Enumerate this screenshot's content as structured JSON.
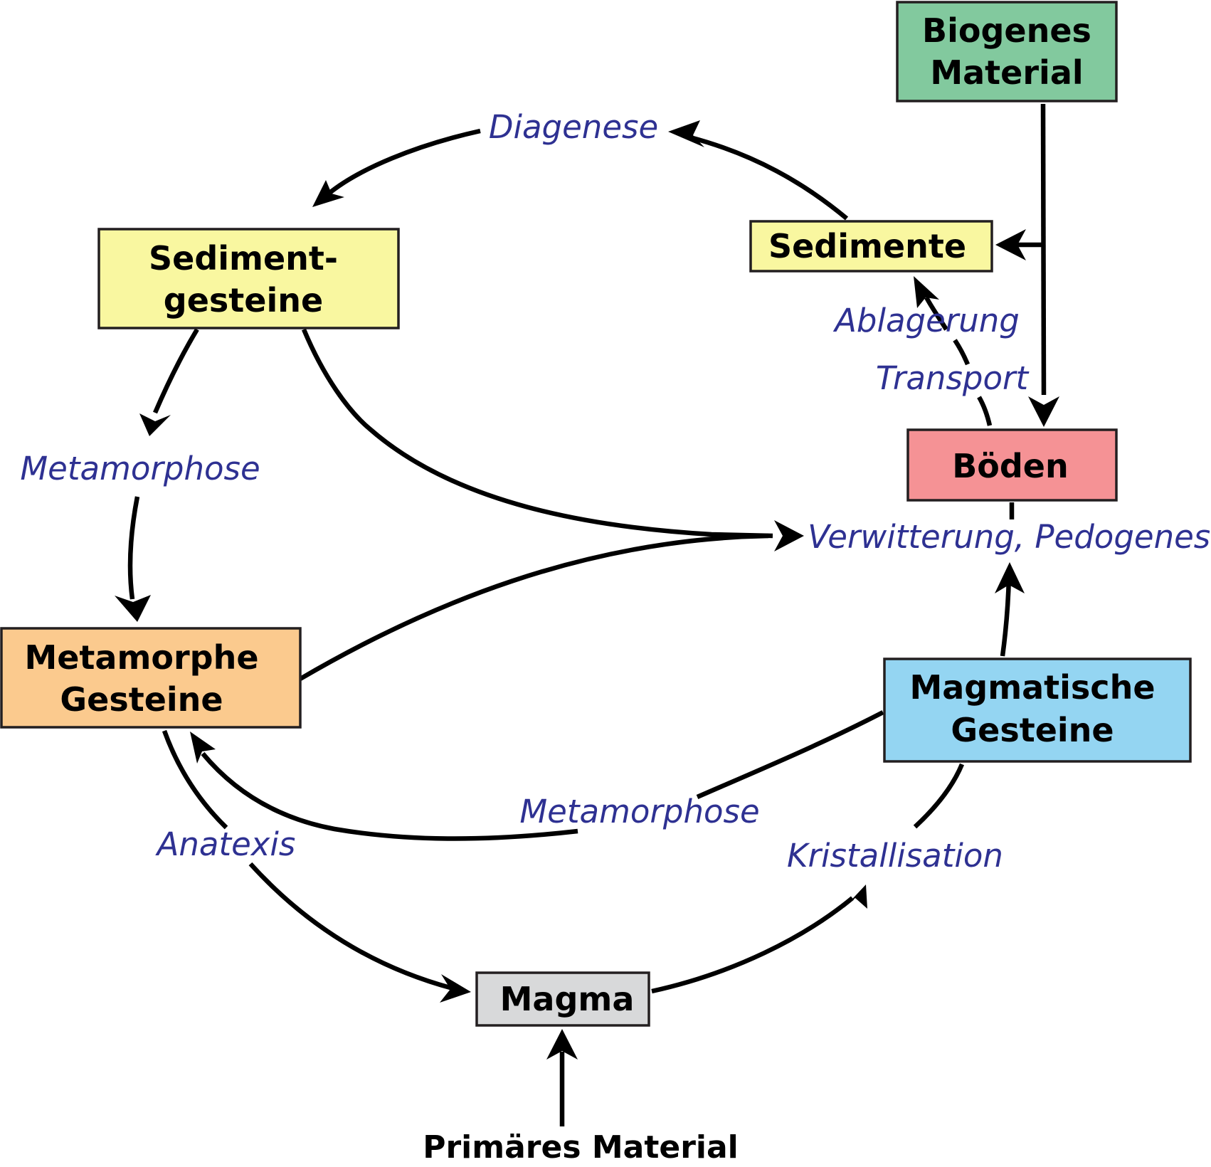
{
  "boxes": {
    "biogenes_material": {
      "lines": [
        "Biogenes",
        "Material"
      ],
      "color": "#82c99e"
    },
    "sedimente": {
      "lines": [
        "Sedimente"
      ],
      "color": "#f9f7a0"
    },
    "sedimentgesteine": {
      "lines": [
        "Sediment-",
        "gesteine"
      ],
      "color": "#f9f7a0"
    },
    "boeden": {
      "lines": [
        "Böden"
      ],
      "color": "#f59295"
    },
    "metamorphe_gesteine": {
      "lines": [
        "Metamorphe",
        "Gesteine"
      ],
      "color": "#fbca8e"
    },
    "magmatische_gesteine": {
      "lines": [
        "Magmatische",
        "Gesteine"
      ],
      "color": "#94d5f2"
    },
    "magma": {
      "lines": [
        "Magma"
      ],
      "color": "#d8d9da"
    }
  },
  "processes": {
    "diagenese": "Diagenese",
    "ablagerung": "Ablagerung",
    "transport": "Transport",
    "metamorphose_left": "Metamorphose",
    "verwitterung": "Verwitterung, Pedogenese",
    "metamorphose_bottom": "Metamorphose",
    "anatexis": "Anatexis",
    "kristallisation": "Kristallisation"
  },
  "primaeres_material": "Primäres Material",
  "colors": {
    "process_text": "#2e3192",
    "arrow": "#000000"
  }
}
